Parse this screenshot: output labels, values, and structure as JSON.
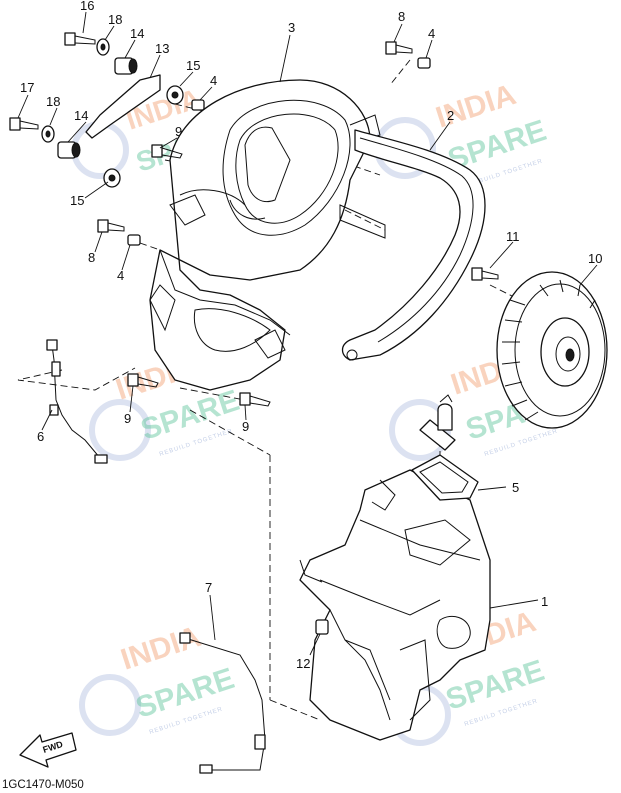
{
  "callouts": {
    "c1": "1",
    "c2": "2",
    "c3": "3",
    "c4a": "4",
    "c4b": "4",
    "c4c": "4",
    "c5": "5",
    "c6": "6",
    "c7": "7",
    "c8a": "8",
    "c8b": "8",
    "c9a": "9",
    "c9b": "9",
    "c9c": "9",
    "c10": "10",
    "c11": "11",
    "c12": "12",
    "c13": "13",
    "c14a": "14",
    "c14b": "14",
    "c15a": "15",
    "c15b": "15",
    "c16": "16",
    "c17": "17",
    "c18a": "18",
    "c18b": "18"
  },
  "fwd_label": "FWD",
  "diagram_code": "1GC1470-M050",
  "watermark": {
    "line1": "INDIA",
    "line2": "SPARE",
    "tagline": "REBUILD TOGETHER"
  }
}
